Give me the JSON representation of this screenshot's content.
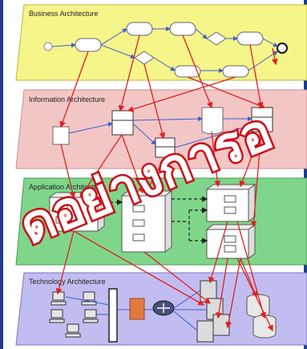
{
  "layers": [
    {
      "label": "Business Architecture",
      "color": "#f6f58a"
    },
    {
      "label": "Information Architecture",
      "color": "#f3c6c6"
    },
    {
      "label": "Application Architecture",
      "color": "#7fd68a"
    },
    {
      "label": "Technology Architecture",
      "color": "#c2bdf0"
    }
  ],
  "overlay": {
    "text": "ดอย่างการอ"
  },
  "colors": {
    "arrow": "#e02020",
    "border": "#1d3f8a",
    "flow": "#3a5fcd"
  }
}
